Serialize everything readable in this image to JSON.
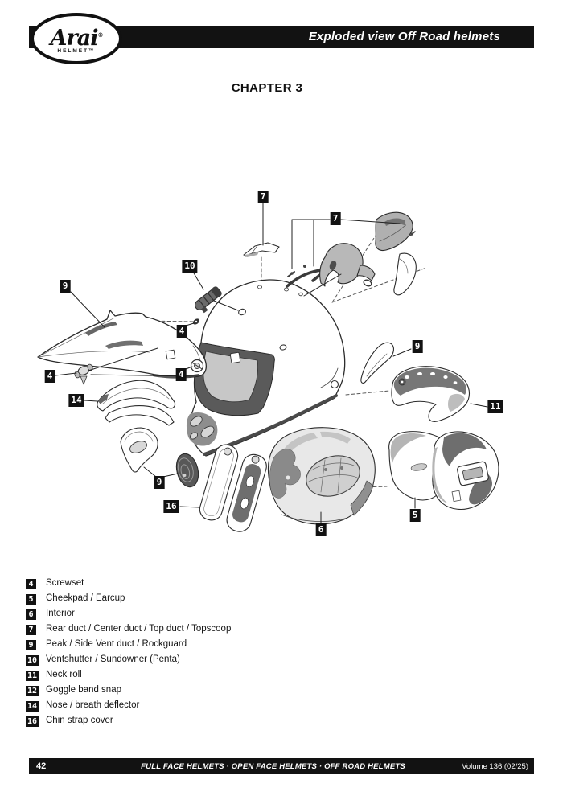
{
  "colors": {
    "ink": "#121212",
    "paper": "#ffffff",
    "part_gray": "#b8b8b8",
    "dark_gray": "#5a5a5a"
  },
  "header": {
    "logo": {
      "brand": "Arai",
      "reg": "®",
      "sub": "HELMET™"
    },
    "title": "Exploded view Off Road helmets"
  },
  "chapter_title": "CHAPTER 3",
  "diagram": {
    "callouts": [
      {
        "label": "7"
      },
      {
        "label": "7"
      },
      {
        "label": "10"
      },
      {
        "label": "9"
      },
      {
        "label": "4"
      },
      {
        "label": "4"
      },
      {
        "label": "4"
      },
      {
        "label": "14"
      },
      {
        "label": "9"
      },
      {
        "label": "11"
      },
      {
        "label": "9"
      },
      {
        "label": "16"
      },
      {
        "label": "6"
      },
      {
        "label": "5"
      }
    ]
  },
  "legend": {
    "items": [
      {
        "num": "4",
        "label": "Screwset"
      },
      {
        "num": "5",
        "label": "Cheekpad / Earcup"
      },
      {
        "num": "6",
        "label": "Interior"
      },
      {
        "num": "7",
        "label": "Rear duct / Center duct / Top duct / Topscoop"
      },
      {
        "num": "9",
        "label": "Peak / Side Vent duct / Rockguard"
      },
      {
        "num": "10",
        "label": "Ventshutter / Sundowner (Penta)"
      },
      {
        "num": "11",
        "label": "Neck roll"
      },
      {
        "num": "12",
        "label": "Goggle band snap"
      },
      {
        "num": "14",
        "label": "Nose / breath deflector"
      },
      {
        "num": "16",
        "label": "Chin strap cover"
      }
    ]
  },
  "footer": {
    "page_number": "42",
    "center": "FULL FACE HELMETS · OPEN FACE HELMETS · OFF ROAD HELMETS",
    "volume": "Volume 136 (02/25)"
  }
}
